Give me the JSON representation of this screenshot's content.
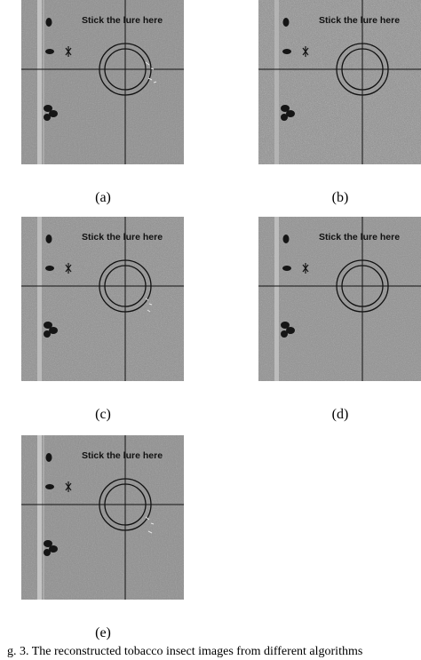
{
  "figure": {
    "panels": [
      {
        "id": "a",
        "label": "(a)",
        "text": "Stick the lure here",
        "noise": "low"
      },
      {
        "id": "b",
        "label": "(b)",
        "text": "Stick the lure here",
        "noise": "high"
      },
      {
        "id": "c",
        "label": "(c)",
        "text": "Stick the lure here",
        "noise": "medium"
      },
      {
        "id": "d",
        "label": "(d)",
        "text": "Stick the lure here",
        "noise": "medium-low"
      },
      {
        "id": "e",
        "label": "(e)",
        "text": "Stick the lure here",
        "noise": "low"
      }
    ],
    "caption": "g. 3.  The reconstructed tobacco insect images from different algorithms"
  }
}
